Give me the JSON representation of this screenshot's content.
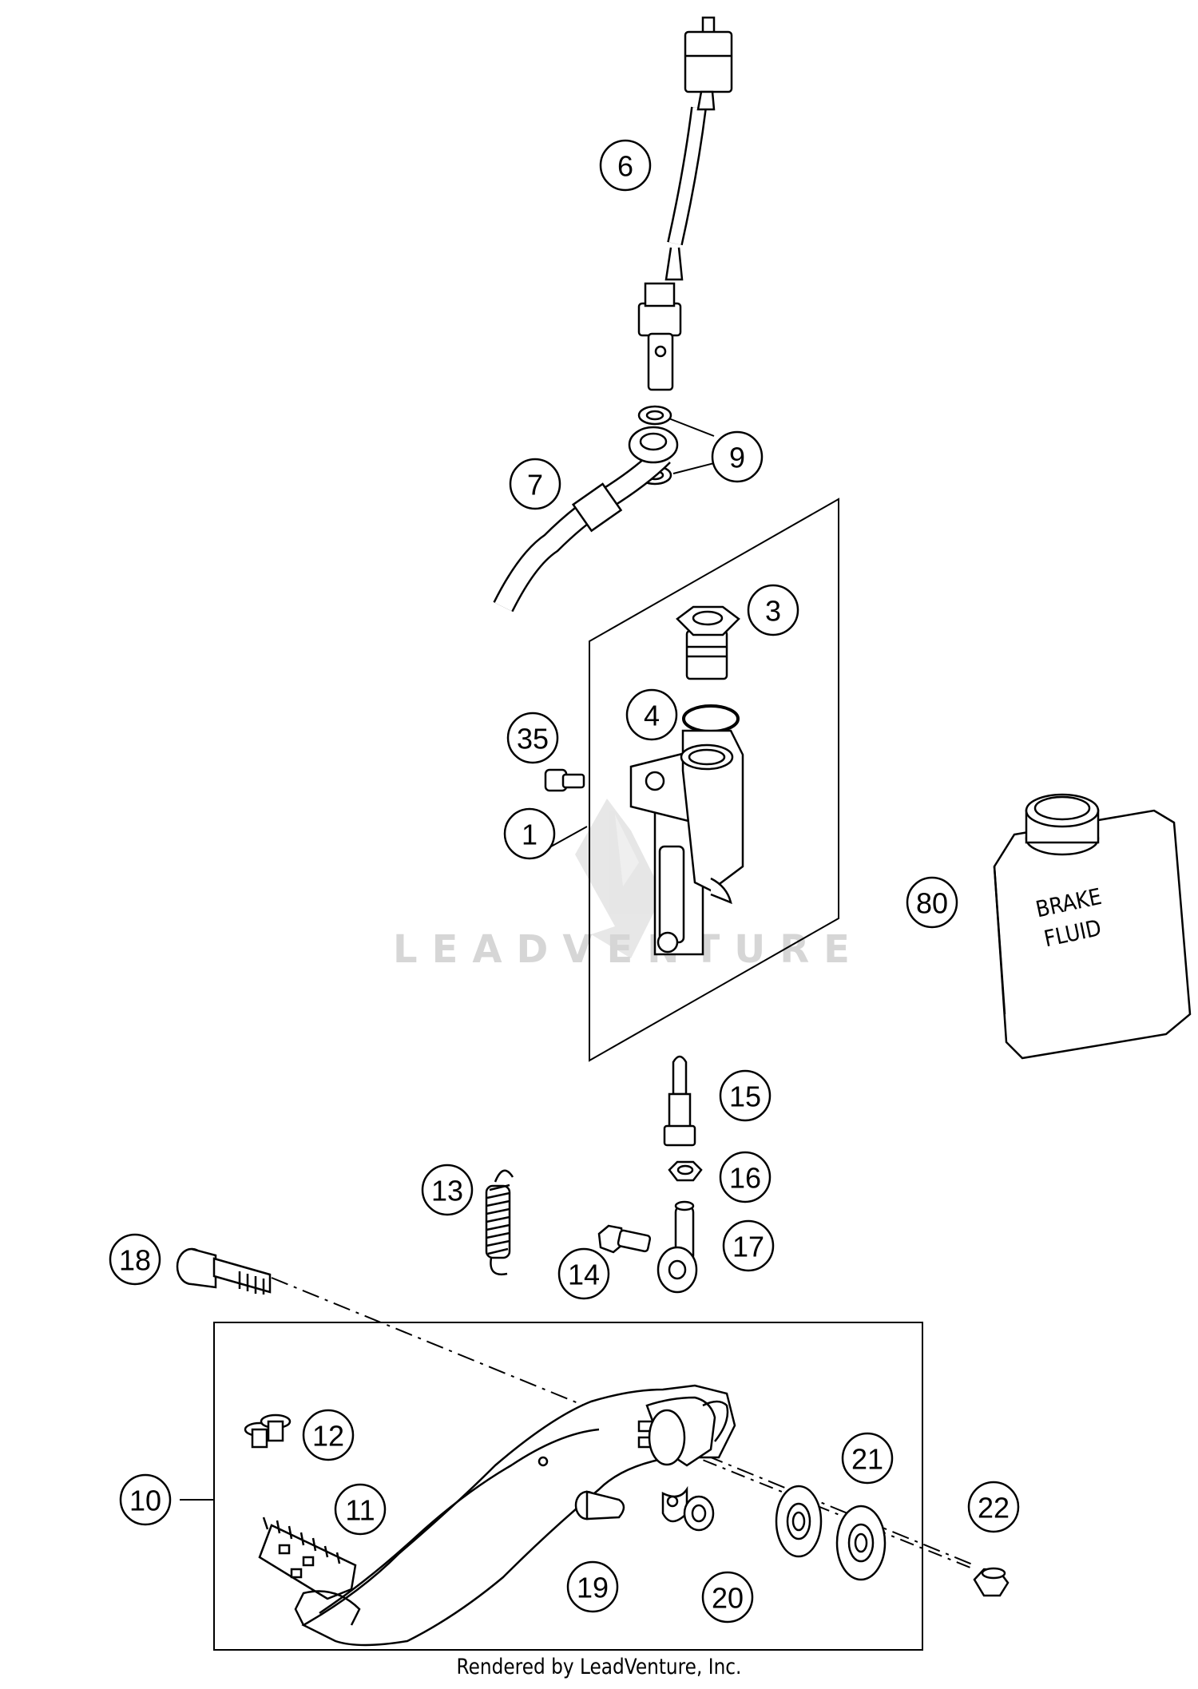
{
  "callouts": [
    {
      "id": "6",
      "label": "6"
    },
    {
      "id": "9",
      "label": "9"
    },
    {
      "id": "7",
      "label": "7"
    },
    {
      "id": "3",
      "label": "3"
    },
    {
      "id": "4",
      "label": "4"
    },
    {
      "id": "35",
      "label": "35"
    },
    {
      "id": "1",
      "label": "1"
    },
    {
      "id": "80",
      "label": "80"
    },
    {
      "id": "15",
      "label": "15"
    },
    {
      "id": "16",
      "label": "16"
    },
    {
      "id": "13",
      "label": "13"
    },
    {
      "id": "17",
      "label": "17"
    },
    {
      "id": "14",
      "label": "14"
    },
    {
      "id": "18",
      "label": "18"
    },
    {
      "id": "12",
      "label": "12"
    },
    {
      "id": "21",
      "label": "21"
    },
    {
      "id": "10",
      "label": "10"
    },
    {
      "id": "11",
      "label": "11"
    },
    {
      "id": "22",
      "label": "22"
    },
    {
      "id": "19",
      "label": "19"
    },
    {
      "id": "20",
      "label": "20"
    }
  ],
  "can_label": {
    "line1": "BRAKE",
    "line2": "FLUID"
  },
  "watermark": "LEADVENTURE",
  "footer": "Rendered by LeadVenture, Inc."
}
